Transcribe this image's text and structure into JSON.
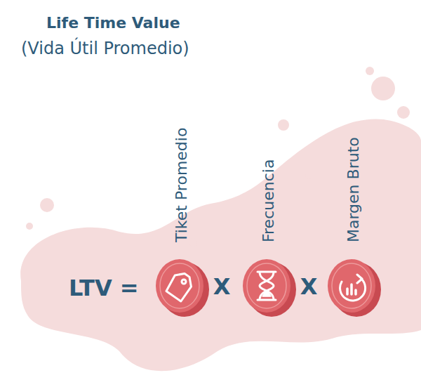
{
  "diagram": {
    "title": "Life Time Value",
    "nodes": [
      {
        "text": [
          "Tiket Promedio"
        ]
      },
      {
        "text": [
          "Frecuencia"
        ]
      },
      {
        "text": [
          "Margen Bruto"
        ]
      }
    ],
    "labels": [
      "(Vida Útil Promedio)",
      "LTV =",
      "X",
      "X"
    ]
  }
}
